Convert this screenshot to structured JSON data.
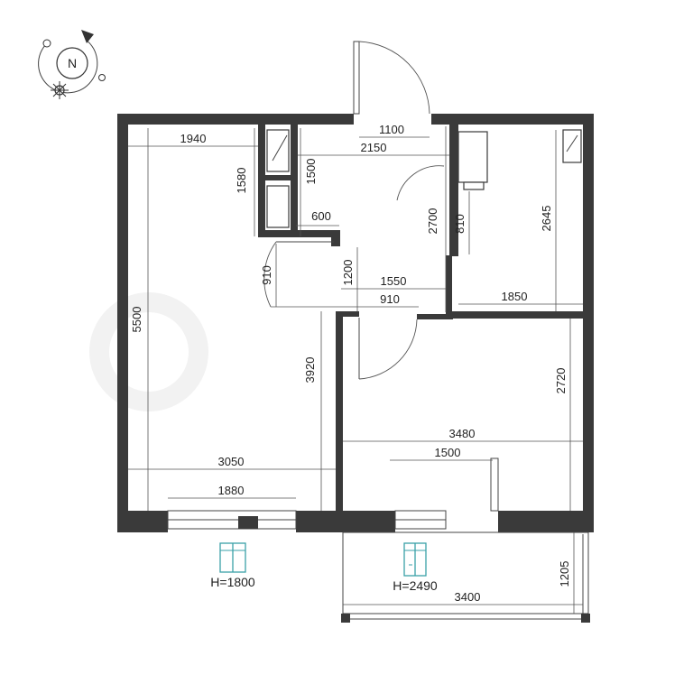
{
  "compass": {
    "label": "N",
    "icon": "compass-icon",
    "sun_icon": "sun-icon"
  },
  "dimensions": {
    "d1940": "1940",
    "d1580": "1580",
    "d1500": "1500",
    "d1100": "1100",
    "d2150": "2150",
    "d600": "600",
    "d2700": "2700",
    "d810": "810",
    "d2645": "2645",
    "d910_left": "910",
    "d1200": "1200",
    "d1550": "1550",
    "d910_center": "910",
    "d1850": "1850",
    "d5500": "5500",
    "d3920": "3920",
    "d2720": "2720",
    "d3480": "3480",
    "d1500_window": "1500",
    "d3050": "3050",
    "d1880": "1880",
    "d3400": "3400",
    "d1205": "1205"
  },
  "windows": [
    {
      "label": "H=1800",
      "icon": "window-icon"
    },
    {
      "label": "H=2490",
      "icon": "balcony-door-icon"
    }
  ],
  "colors": {
    "wall": "#3a3a3a",
    "line": "#444444"
  }
}
